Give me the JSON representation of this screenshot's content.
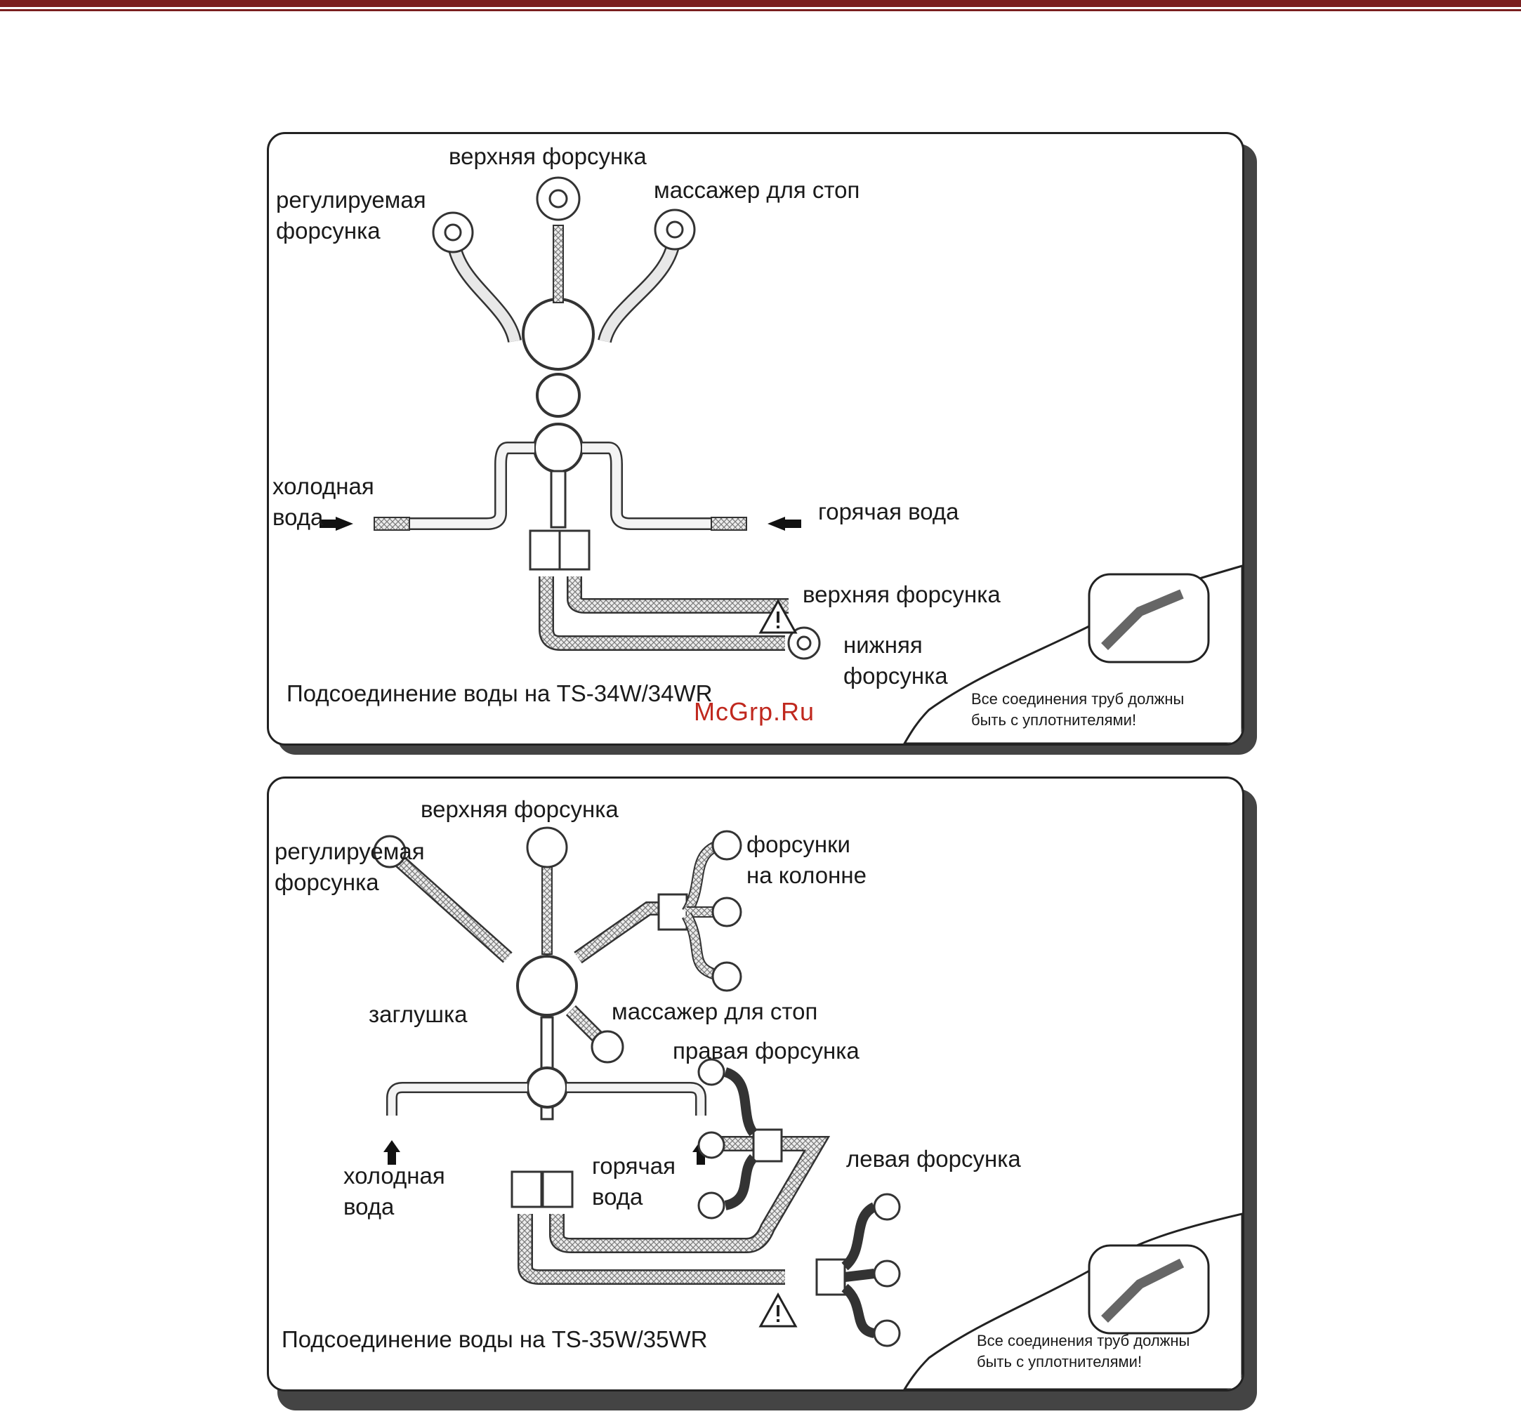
{
  "watermark": "McGrp.Ru",
  "panels": [
    {
      "caption": "Подсоединение воды на TS-34W/34WR",
      "labels": {
        "top_nozzle": "верхняя форсунка",
        "adjustable_nozzle": "регулируемая\nфорсунка",
        "foot_massager": "массажер для стоп",
        "cold_water": "холодная\nвода",
        "hot_water": "горячая вода",
        "upper_nozzle_out": "верхняя форсунка",
        "lower_nozzle": "нижняя\nфорсунка"
      },
      "note": "Все соединения труб должны\nбыть с уплотнителями!"
    },
    {
      "caption": "Подсоединение воды на TS-35W/35WR",
      "labels": {
        "top_nozzle": "верхняя форсунка",
        "adjustable_nozzle": "регулируемая\nфорсунка",
        "column_nozzles": "форсунки\nна колонне",
        "plug": "заглушка",
        "foot_massager": "массажер для стоп",
        "right_nozzle": "правая форсунка",
        "left_nozzle": "левая форсунка",
        "cold_water": "холодная\nвода",
        "hot_water": "горячая\nвода"
      },
      "note": "Все соединения труб должны\nбыть с уплотнителями!"
    }
  ]
}
